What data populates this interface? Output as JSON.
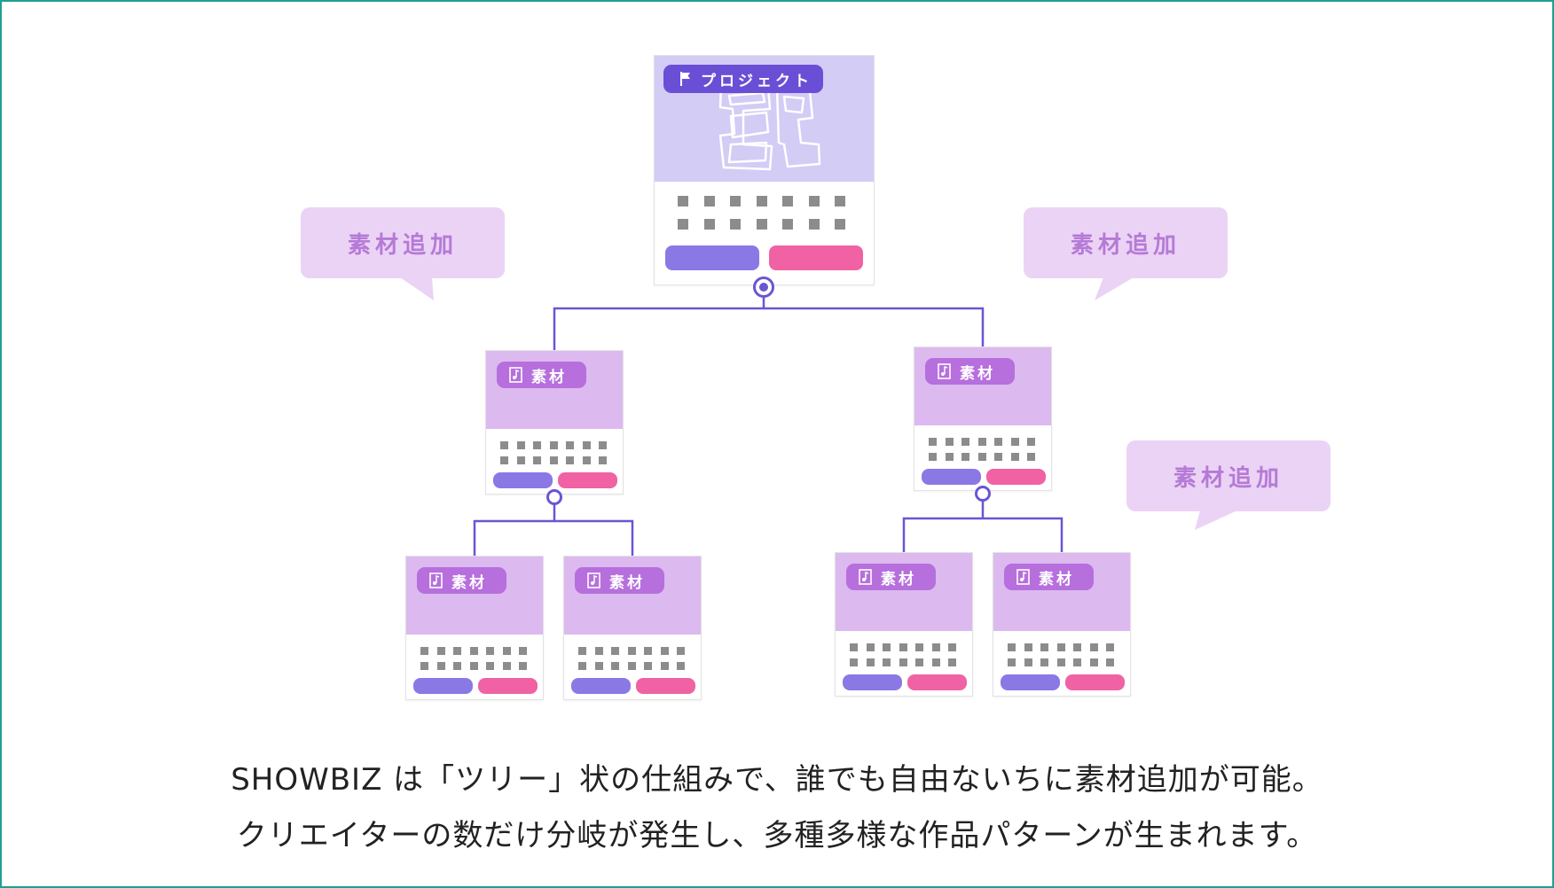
{
  "diagram": {
    "root": {
      "label": "プロジェクト",
      "icon": "flag-icon"
    },
    "material_label": "素材",
    "material_icon": "music-file-icon",
    "bubbles": [
      "素材追加",
      "素材追加",
      "素材追加"
    ]
  },
  "caption": {
    "line1": "SHOWBIZ は「ツリー」状の仕組みで、誰でも自由ないちに素材追加が可能。",
    "line2": "クリエイターの数だけ分岐が発生し、多種多様な作品パターンが生まれます。"
  },
  "colors": {
    "frame": "#1f9f93",
    "project_hero": "#d3ccf5",
    "project_badge": "#6a4fd6",
    "material_hero": "#dcb9ef",
    "material_badge": "#b66fdd",
    "button_violet": "#8a79e4",
    "button_pink": "#f062a4",
    "connector": "#6a55d4",
    "bubble_bg": "#ebd3f5",
    "bubble_text": "#b57ad6"
  }
}
